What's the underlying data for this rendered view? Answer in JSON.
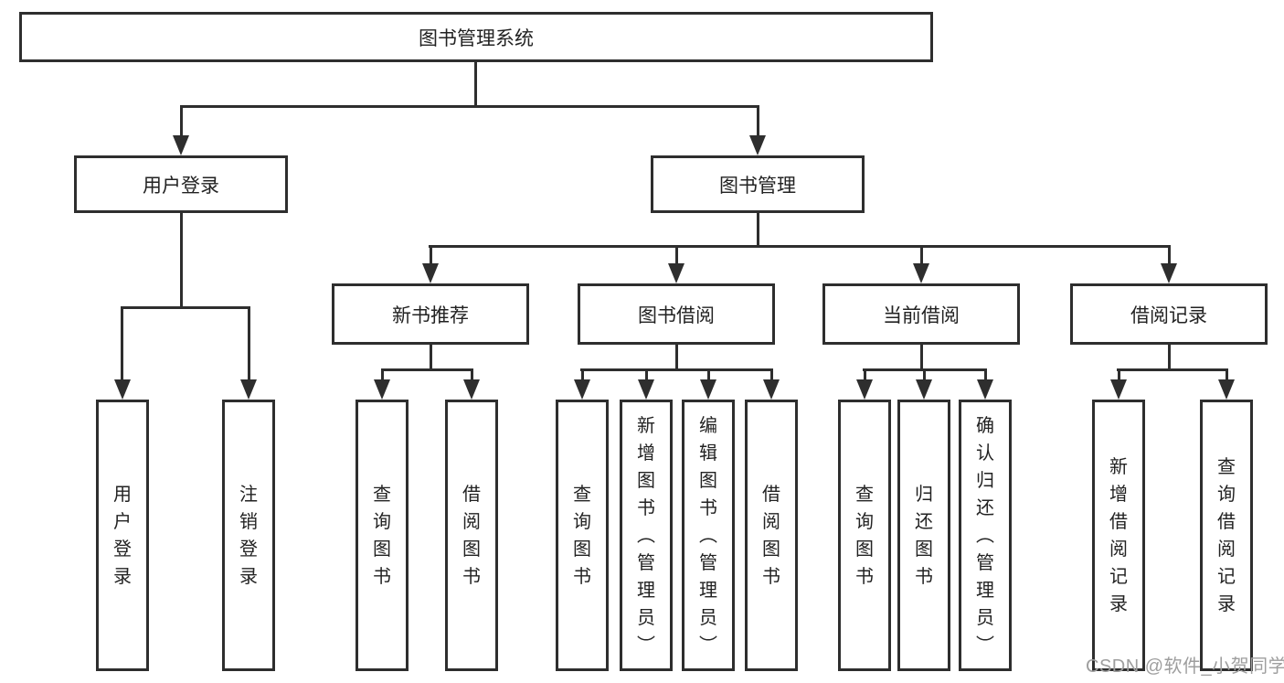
{
  "title": {
    "label": "图书管理系统"
  },
  "tree": {
    "user_login": {
      "label": "用户登录",
      "children": [
        {
          "label": "用户登录"
        },
        {
          "label": "注销登录"
        }
      ]
    },
    "book_management": {
      "label": "图书管理",
      "sections": [
        {
          "label": "新书推荐",
          "children": [
            {
              "label": "查询图书"
            },
            {
              "label": "借阅图书"
            }
          ]
        },
        {
          "label": "图书借阅",
          "children": [
            {
              "label": "查询图书"
            },
            {
              "label": "新增图书（管理员）"
            },
            {
              "label": "编辑图书（管理员）"
            },
            {
              "label": "借阅图书"
            }
          ]
        },
        {
          "label": "当前借阅",
          "children": [
            {
              "label": "查询图书"
            },
            {
              "label": "归还图书"
            },
            {
              "label": "确认归还（管理员）"
            }
          ]
        },
        {
          "label": "借阅记录",
          "children": [
            {
              "label": "新增借阅记录"
            },
            {
              "label": "查询借阅记录"
            }
          ]
        }
      ]
    }
  },
  "watermark": {
    "text": "CSDN @软件_小贺同学"
  },
  "colors": {
    "line": "#2e2e2e",
    "box_border": "#2e2e2e",
    "text": "#222222",
    "watermark": "#9e9e9e",
    "background": "#ffffff"
  }
}
